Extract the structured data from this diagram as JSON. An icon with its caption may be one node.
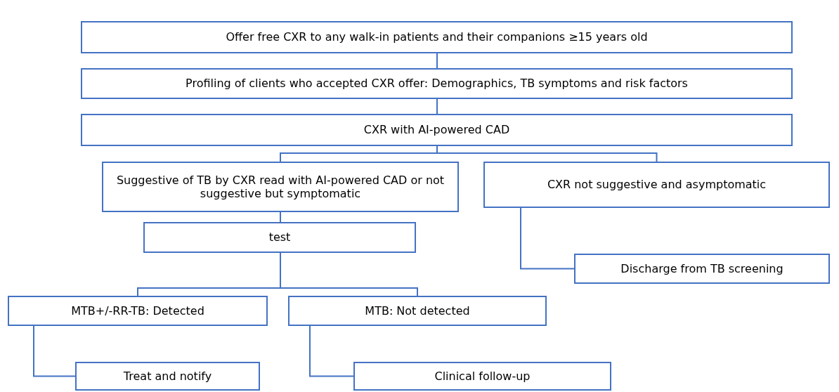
{
  "diagram": {
    "nodes": [
      {
        "text": [
          "Offer free CXR to any walk-in patients and their companions ≥15 years old"
        ]
      },
      {
        "text": [
          "Profiling of clients who accepted CXR offer: Demographics, TB symptoms and risk factors"
        ]
      },
      {
        "text": [
          "CXR with AI-powered CAD"
        ]
      },
      {
        "text": [
          "Suggestive of TB by CXR read with AI-powered CAD or not suggestive but symptomatic"
        ]
      },
      {
        "text": [
          "CXR not suggestive and asymptomatic"
        ]
      },
      {
        "text": [
          "test"
        ]
      },
      {
        "text": [
          "Discharge from TB screening"
        ]
      },
      {
        "text": [
          "MTB+/-RR-TB: Detected"
        ]
      },
      {
        "text": [
          "MTB: Not detected"
        ]
      },
      {
        "text": [
          "Treat and notify"
        ]
      },
      {
        "text": [
          "Clinical follow-up"
        ]
      }
    ],
    "edges": [
      {
        "from": 0,
        "to": 1,
        "arrow": "none"
      },
      {
        "from": 1,
        "to": 2,
        "arrow": "none"
      },
      {
        "from": 2,
        "to": 3,
        "arrow": "none"
      },
      {
        "from": 2,
        "to": 4,
        "arrow": "none"
      },
      {
        "from": 3,
        "to": 5,
        "arrow": "none"
      },
      {
        "from": 4,
        "to": 6,
        "arrow": "none"
      },
      {
        "from": 5,
        "to": 7,
        "arrow": "none"
      },
      {
        "from": 5,
        "to": 8,
        "arrow": "none"
      },
      {
        "from": 7,
        "to": 9,
        "arrow": "none"
      },
      {
        "from": 8,
        "to": 10,
        "arrow": "none"
      }
    ]
  }
}
